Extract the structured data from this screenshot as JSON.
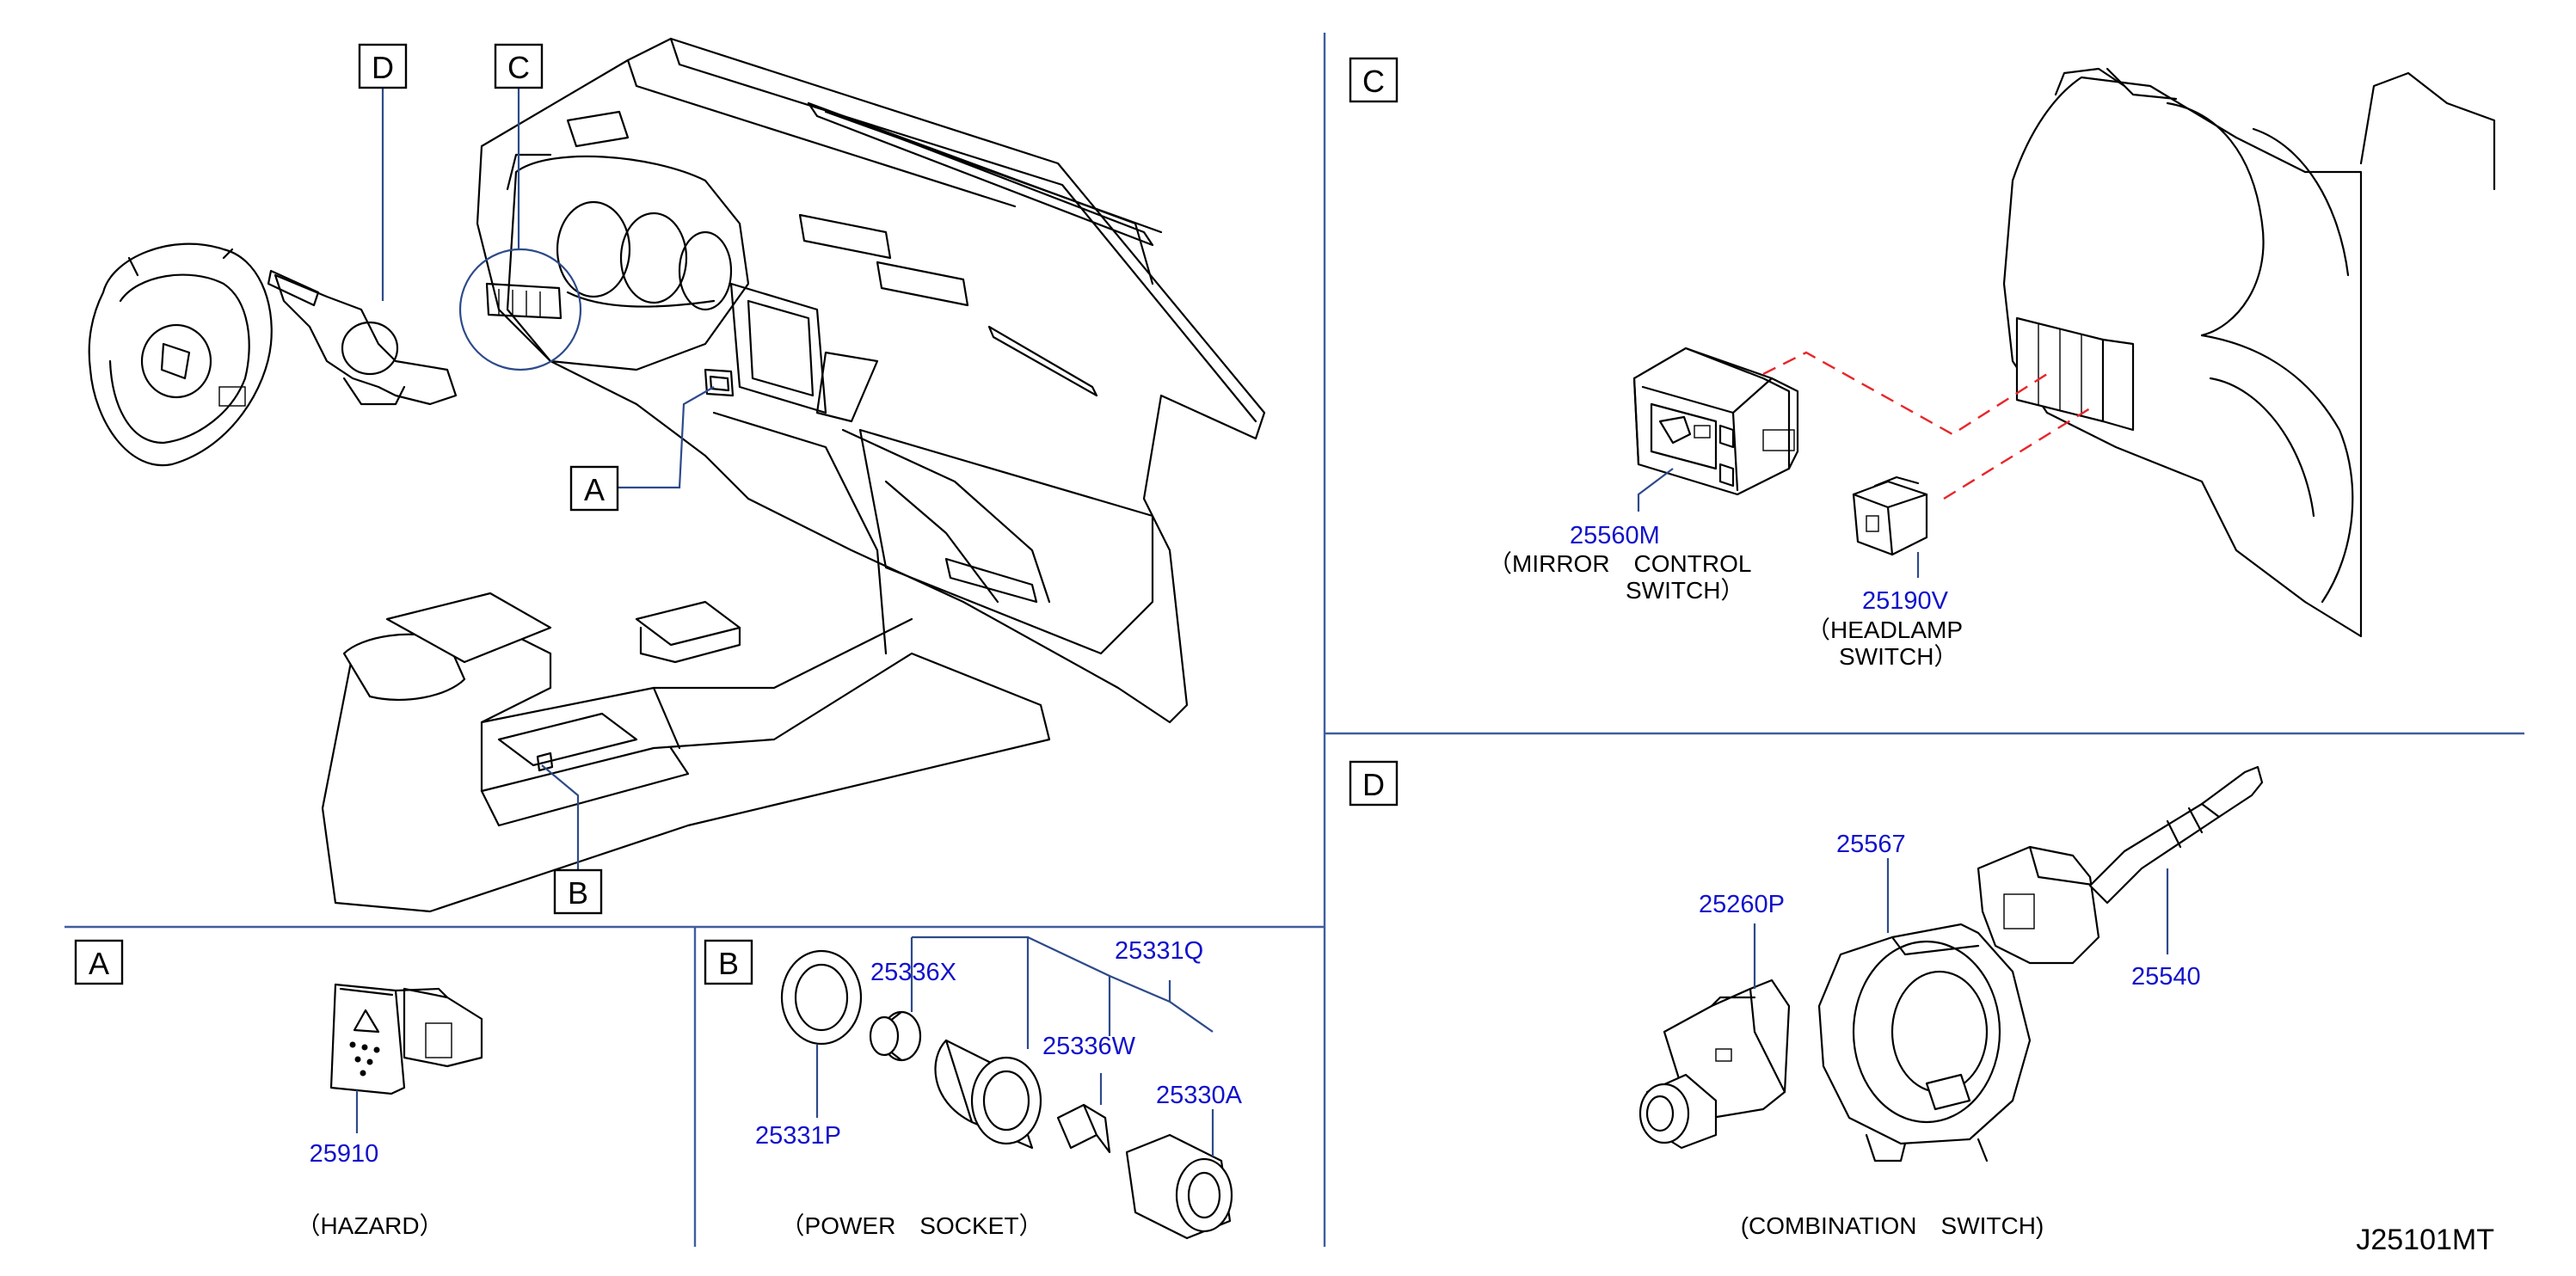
{
  "diagram_code": "J25101MT",
  "section_labels": {
    "a": "A",
    "b": "B",
    "c": "C",
    "d": "D"
  },
  "callouts": {
    "a": "A",
    "b": "B",
    "c": "C",
    "d": "D"
  },
  "panel_a": {
    "parts": [
      {
        "number": "25910"
      }
    ],
    "caption": "（HAZARD）"
  },
  "panel_b": {
    "parts": [
      {
        "number": "25336X"
      },
      {
        "number": "25331Q"
      },
      {
        "number": "25336W"
      },
      {
        "number": "25330A"
      },
      {
        "number": "25331P"
      }
    ],
    "caption": "（POWER　SOCKET）"
  },
  "panel_c": {
    "parts": [
      {
        "number": "25560M",
        "desc_line1": "（MIRROR　CONTROL",
        "desc_line2": "SWITCH）"
      },
      {
        "number": "25190V",
        "desc_line1": "（HEADLAMP",
        "desc_line2": "SWITCH）"
      }
    ]
  },
  "panel_d": {
    "parts": [
      {
        "number": "25567"
      },
      {
        "number": "25260P"
      },
      {
        "number": "25540"
      }
    ],
    "caption": "(COMBINATION　SWITCH)"
  },
  "colors": {
    "divider": "#3f5d9e",
    "leader": "#2d4a8a",
    "part_number": "#1111cc",
    "dashed_connector": "#e8262a"
  }
}
